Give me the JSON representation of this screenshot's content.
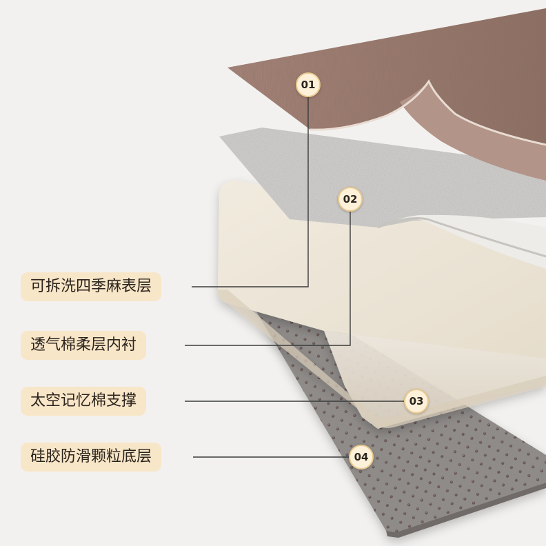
{
  "layers": [
    {
      "number": "01",
      "label": "可拆洗四季麻表层",
      "material": "linen-fabric"
    },
    {
      "number": "02",
      "label": "透气棉柔层内衬",
      "material": "knit-cotton-lining"
    },
    {
      "number": "03",
      "label": "太空记忆棉支撑",
      "material": "memory-foam"
    },
    {
      "number": "04",
      "label": "硅胶防滑颗粒底层",
      "material": "silicone-dot-base"
    }
  ],
  "colors": {
    "background": "#f2f1ef",
    "label_fill": "#f8e6c8",
    "badge_fill": "#fdf1d9",
    "badge_border": "#e9c98f",
    "linen": "#a07e6e",
    "lining": "#d9d7d4",
    "foam": "#ece4d6",
    "base": "#8e8b89",
    "leader_line": "#3a3a3a"
  }
}
